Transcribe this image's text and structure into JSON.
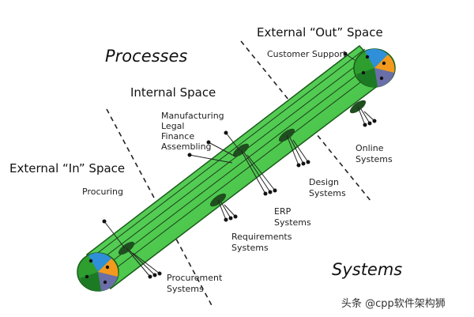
{
  "headings": {
    "processes": "Processes",
    "systems": "Systems",
    "internal_space": "Internal Space",
    "external_in": "External “In” Space",
    "external_out": "External “Out” Space"
  },
  "process_labels": {
    "customer_support": "Customer Support",
    "manufacturing": "Manufacturing",
    "legal": "Legal",
    "finance": "Finance",
    "assembling": "Assembling",
    "procuring": "Procuring"
  },
  "system_labels": {
    "online_1": "Online",
    "online_2": "Systems",
    "design_1": "Design",
    "design_2": "Systems",
    "erp_1": "ERP",
    "erp_2": "Systems",
    "requirements_1": "Requirements",
    "requirements_2": "Systems",
    "procurement_1": "Procurement",
    "procurement_2": "Systems"
  },
  "watermark": "头条 @cpp软件架构狮",
  "colors": {
    "tube_fill": "#58d158",
    "tube_edge": "#1a5c1a",
    "node": "#1f4f1f",
    "pie_blue": "#2f8fd8",
    "pie_orange": "#f39a1e",
    "pie_purple": "#6b6fa8",
    "pie_green": "#1d7a24"
  }
}
